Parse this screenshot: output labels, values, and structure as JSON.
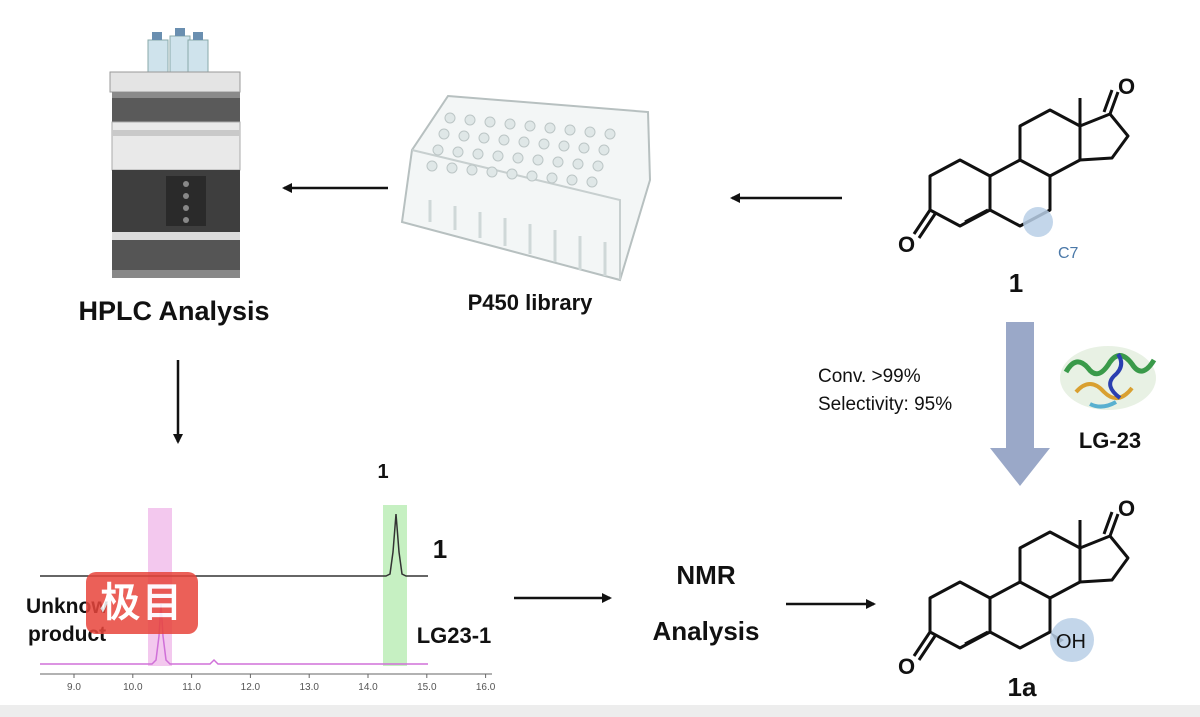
{
  "labels": {
    "hplc": "HPLC Analysis",
    "p450": "P450 library",
    "compound_1": "1",
    "compound_1a": "1a",
    "enzyme": "LG-23",
    "nmr_line1": "NMR",
    "nmr_line2": "Analysis",
    "c7": "C7",
    "oh": "OH",
    "ketone_o": "O",
    "conv": "Conv. >99%",
    "selectivity": "Selectivity: 95%"
  },
  "chromatogram": {
    "peak_label": "1",
    "trace1_label": "1",
    "trace2_label": "LG23-1",
    "unknown_line1": "Unknow",
    "unknown_line2": "product",
    "ticks": [
      "9.0",
      "10.0",
      "11.0",
      "12.0",
      "13.0",
      "14.0",
      "15.0",
      "16.0"
    ]
  },
  "watermark": "极目",
  "colors": {
    "highlight_c7": "#b8cfe6",
    "c7_text": "#4a78a8",
    "reaction_arrow": "#9aa8c8",
    "pink_band": "#f3c8ee",
    "green_band": "#c6f0c2",
    "trace_magenta": "#d070d8",
    "trace_black": "#333333"
  }
}
